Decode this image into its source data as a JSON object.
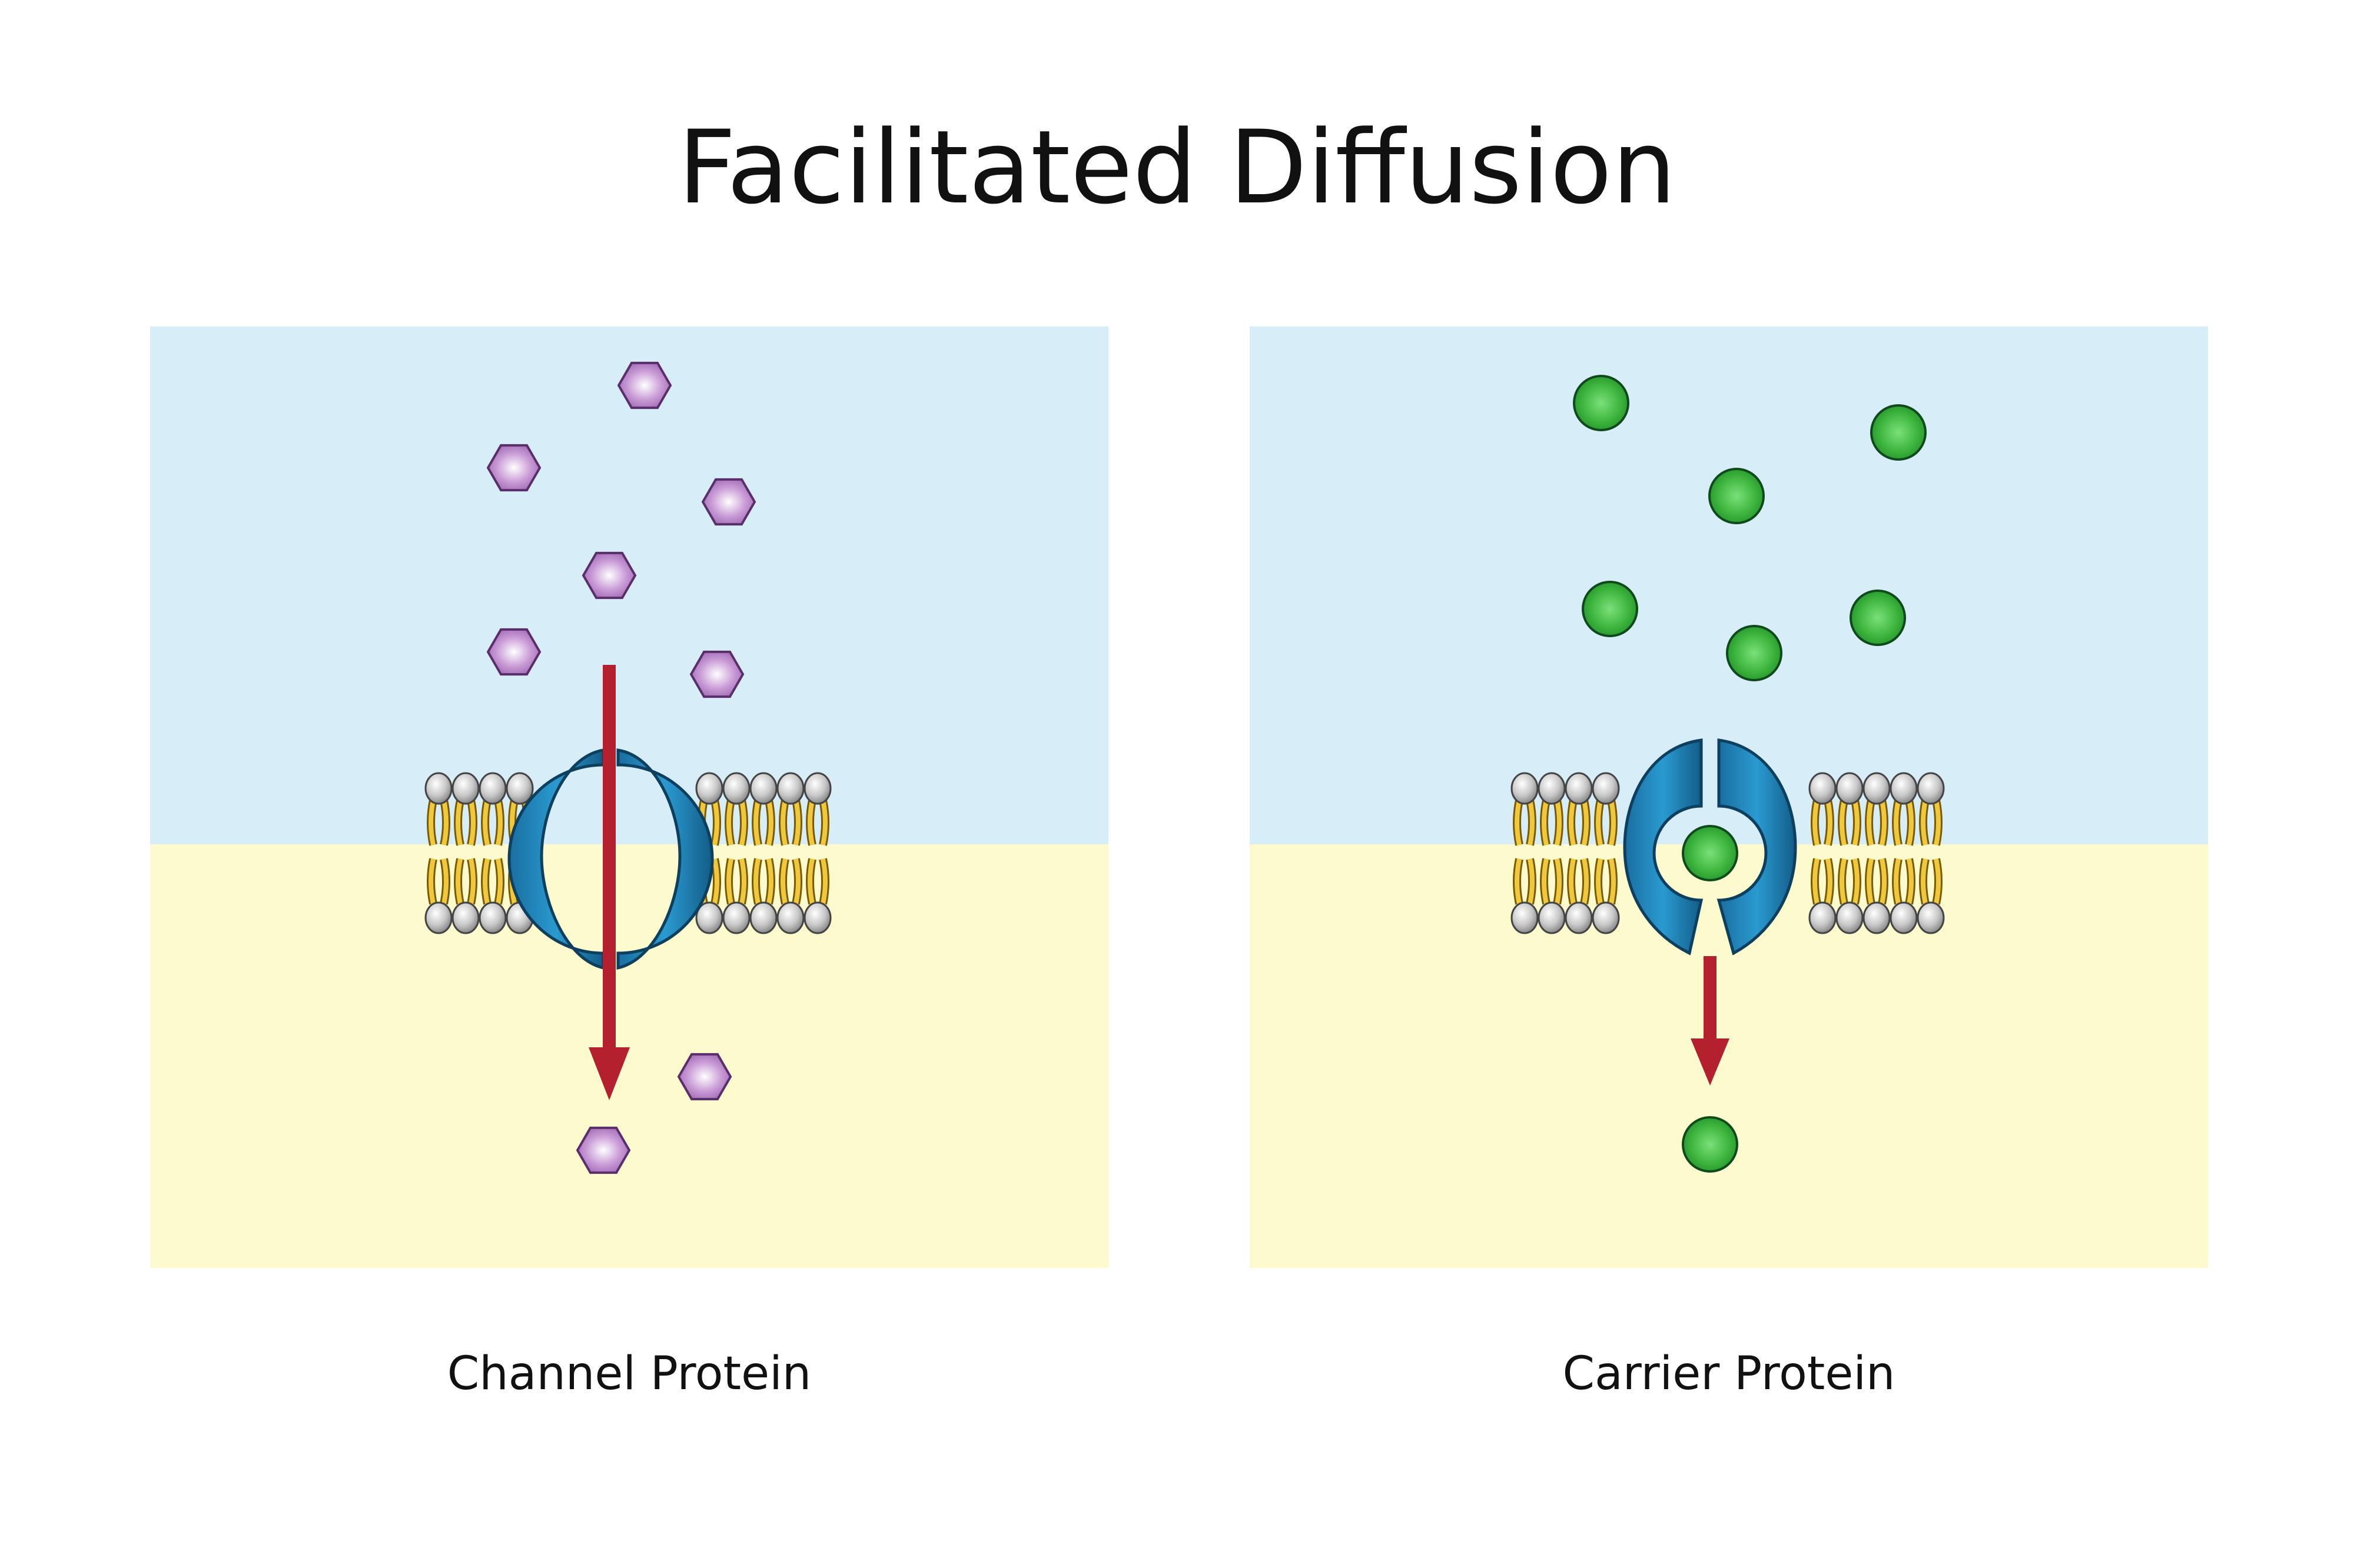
{
  "title": "Facilitated Diffusion",
  "panels": [
    {
      "label": "Channel Protein",
      "molecule": "hexagon",
      "molecule_color": "#b07cc0"
    },
    {
      "label": "Carrier Protein",
      "molecule": "sphere",
      "molecule_color": "#3cb43c"
    }
  ],
  "colors": {
    "extracellular": "#d7edf8",
    "intracellular": "#fdfbcd",
    "protein": "#1e82b4",
    "arrow": "#b5202e",
    "lipid_head": "#c8c8c8",
    "lipid_tail": "#f0c83c"
  },
  "icons": [
    "channel-protein",
    "carrier-protein",
    "phospholipid-bilayer",
    "down-arrow",
    "hexagon-molecule",
    "sphere-molecule"
  ]
}
